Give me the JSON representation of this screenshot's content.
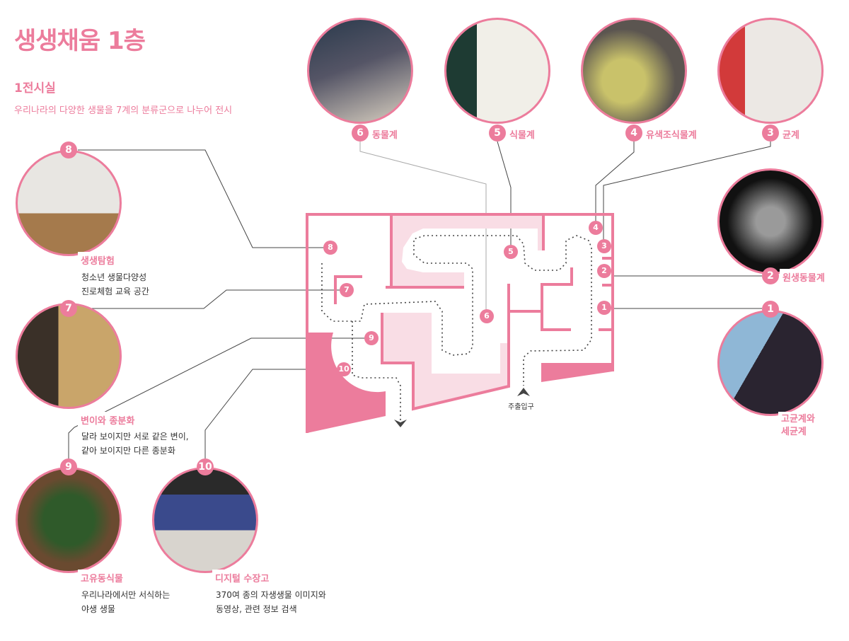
{
  "header": {
    "title": "생생채움 1층",
    "room": "1전시실",
    "description": "우리나라의 다양한 생물을 7계의 분류군으로 나누어 전시"
  },
  "exhibits": [
    {
      "num": "1",
      "label": "고균계와\n세균계",
      "photo_colors": [
        "#2a2430",
        "#8fb7d6"
      ]
    },
    {
      "num": "2",
      "label": "원생동물계",
      "photo_colors": [
        "#111111",
        "#9a9a9a"
      ]
    },
    {
      "num": "3",
      "label": "균계",
      "photo_colors": [
        "#d23a3a",
        "#ece8e4"
      ]
    },
    {
      "num": "4",
      "label": "유색조식물계",
      "photo_colors": [
        "#5b5550",
        "#c9c26a"
      ]
    },
    {
      "num": "5",
      "label": "식물계",
      "photo_colors": [
        "#1e3b33",
        "#f1efe8"
      ]
    },
    {
      "num": "6",
      "label": "동물계",
      "photo_colors": [
        "#2a3a4c",
        "#d8cfc0"
      ]
    },
    {
      "num": "7",
      "label": "변이와 종분화",
      "desc": [
        "달라 보이지만 서로 같은 변이,",
        "같아 보이지만 다른 종분화"
      ],
      "photo_colors": [
        "#c9a56a",
        "#3a3028"
      ]
    },
    {
      "num": "8",
      "label": "생생탐험",
      "desc": [
        "청소년 생물다양성",
        "진로체험 교육 공간"
      ],
      "photo_colors": [
        "#e8e6e2",
        "#a57a4c"
      ]
    },
    {
      "num": "9",
      "label": "고유동식물",
      "desc": [
        "우리나라에서만 서식하는",
        "야생 생물"
      ],
      "photo_colors": [
        "#6a4a30",
        "#2f5a2a"
      ]
    },
    {
      "num": "10",
      "label": "디지털 수장고",
      "desc": [
        "370여 종의 자생생물 이미지와",
        "동영상, 관련 정보 검색"
      ],
      "photo_colors": [
        "#d8d4ce",
        "#3a4a8c"
      ]
    }
  ],
  "map": {
    "entrance_label": "주출입구",
    "accent": "#ec7c9c",
    "light": "#f9dde5"
  }
}
